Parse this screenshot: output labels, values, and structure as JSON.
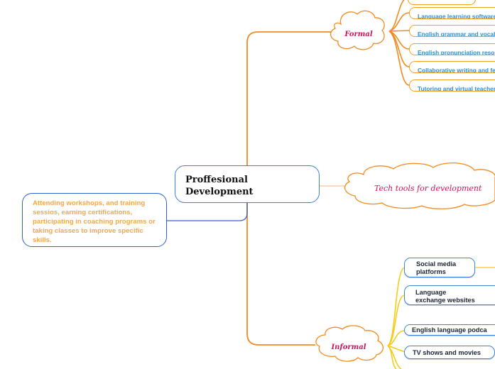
{
  "central": {
    "line1": "Proffesional",
    "line2": "Development"
  },
  "note": {
    "text": "Attending workshops, and training sessios, earning certifications, participating in coaching programs or taking classes to improve specific skills."
  },
  "formal": {
    "label": "Formal",
    "items": [
      "Language learning software",
      "English grammar and vocab",
      "English pronunciation resou",
      "Collaborative writing and fe",
      "Tutoring and virtual teacher"
    ]
  },
  "tech": {
    "label": "Tech tools for development"
  },
  "informal": {
    "label": "Informal",
    "items": [
      {
        "line1": "Social media",
        "line2": "platforms"
      },
      {
        "line1": "Language",
        "line2": "exchange websites"
      },
      {
        "line1": "English language podca",
        "line2": ""
      },
      {
        "line1": "TV shows and movies",
        "line2": ""
      }
    ]
  },
  "colors": {
    "formal_branch": "#f08a1c",
    "informal_branch": "#f5cc1a",
    "central_border": "#3b7fe0",
    "note_text": "#f6a64a",
    "cloud_label": "#d1145a",
    "pill_text": "#2a90d8"
  }
}
